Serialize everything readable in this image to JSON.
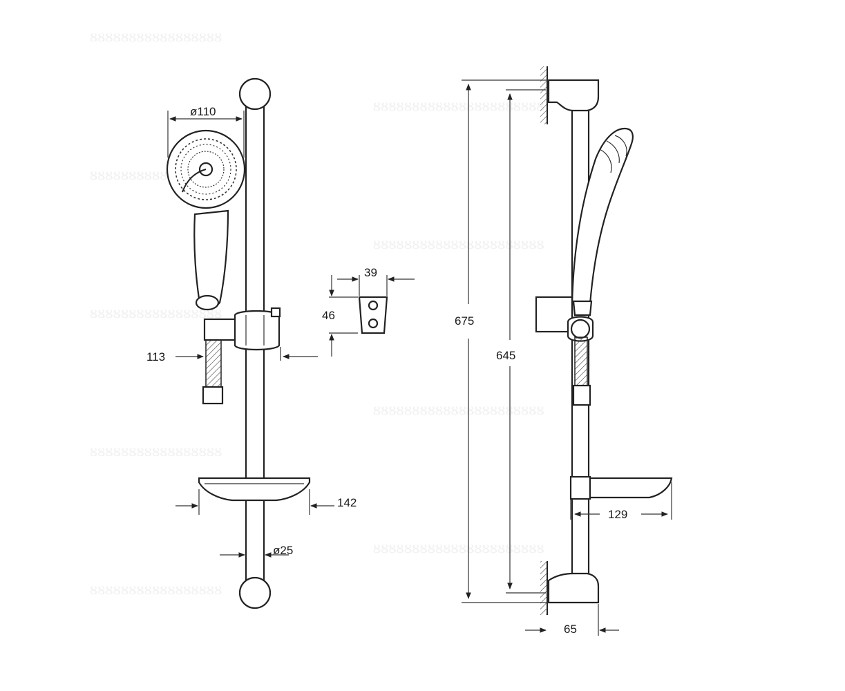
{
  "front_view": {
    "dimensions": {
      "head_diameter": "ø110",
      "hose_offset": "113",
      "soap_dish_width": "142",
      "rail_diameter": "ø25"
    }
  },
  "bracket_detail": {
    "dimensions": {
      "width": "39",
      "height": "46"
    }
  },
  "side_view": {
    "dimensions": {
      "total_height": "675",
      "bracket_spacing": "645",
      "soap_dish_depth": "129",
      "wall_distance": "65"
    }
  },
  "colors": {
    "line": "#222222",
    "background": "#ffffff"
  }
}
